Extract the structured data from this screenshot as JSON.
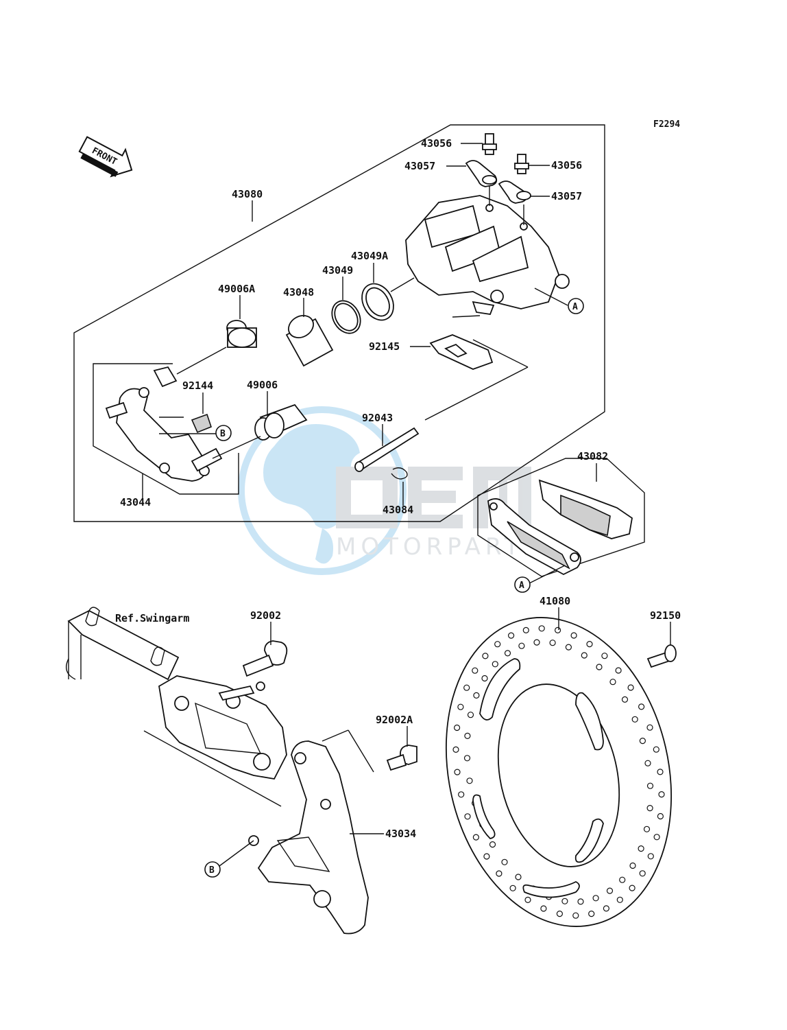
{
  "diagram_code": "F2294",
  "front_arrow": "FRONT",
  "watermark": {
    "brand": "OEM",
    "sub": "MOTORPARTS"
  },
  "reference_note": "Ref.Swingarm",
  "parts": {
    "p43080": "43080",
    "p43056a": "43056",
    "p43056b": "43056",
    "p43057a": "43057",
    "p43057b": "43057",
    "p43049A": "43049A",
    "p43049": "43049",
    "p43048": "43048",
    "p49006A": "49006A",
    "p92145": "92145",
    "p92144": "92144",
    "p49006": "49006",
    "p92043": "92043",
    "p43044": "43044",
    "p43084": "43084",
    "p43082": "43082",
    "p41080": "41080",
    "p92150": "92150",
    "p92002": "92002",
    "p92002A": "92002A",
    "p43034": "43034"
  },
  "callouts": {
    "A1": "A",
    "A2": "A",
    "B1": "B",
    "B2": "B"
  }
}
